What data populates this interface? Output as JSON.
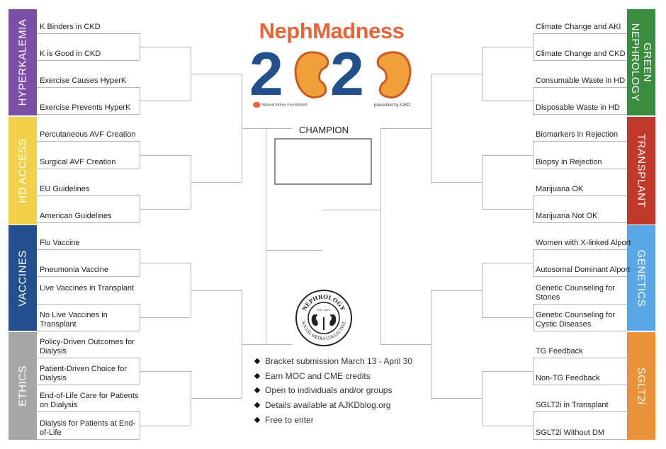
{
  "header": {
    "title": "NephMadness",
    "year": "2020",
    "sponsor_left": "National Kidney Foundation®",
    "sponsor_right": "presented by AJKD"
  },
  "champion": {
    "label": "CHAMPION"
  },
  "badge": {
    "top": "NEPHROLOGY",
    "bottom": "SOCIAL MEDIA COLLECTIVE",
    "est": "EST 2015"
  },
  "info": [
    "Bracket submission March 13 - April 30",
    "Earn MOC and CME credits",
    "Open to individuals and/or groups",
    "Details available at AJKDblog.org",
    "Free to enter"
  ],
  "left_regions": [
    {
      "name": "HYPERKALEMIA",
      "color": "#7b4fa6",
      "items": [
        "K Binders in CKD",
        "K is Good in CKD",
        "Exercise Causes HyperK",
        "Exercise Prevents HyperK"
      ]
    },
    {
      "name": "HD ACCESS",
      "color": "#f2d14a",
      "items": [
        "Percutaneous AVF Creation",
        "Surgical AVF Creation",
        "EU Guidelines",
        "American Guidelines"
      ]
    },
    {
      "name": "VACCINES",
      "color": "#22508c",
      "items": [
        "Flu Vaccine",
        "Pneumonia Vaccine",
        "Live Vaccines in Transplant",
        "No Live Vaccines in Transplant"
      ]
    },
    {
      "name": "ETHICS",
      "color": "#a6a6a6",
      "items": [
        "Policy-Driven Outcomes for Dialysis",
        "Patient-Driven Choice for Dialysis",
        "End-of-Life Care for Patients on Dialysis",
        "Dialysis for Patients at End-of-Life"
      ]
    }
  ],
  "right_regions": [
    {
      "name": "GREEN NEPHROLOGY",
      "color": "#3a8c3e",
      "items": [
        "Climate Change and AKI",
        "Climate Change and CKD",
        "Consumable Waste in HD",
        "Disposable Waste in HD"
      ]
    },
    {
      "name": "TRANSPLANT",
      "color": "#c0392b",
      "items": [
        "Biomarkers in Rejection",
        "Biopsy in Rejection",
        "Marijuana OK",
        "Marijuana Not OK"
      ]
    },
    {
      "name": "GENETICS",
      "color": "#5aa7e8",
      "items": [
        "Women with X-linked Alport",
        "Autosomal Dominant Alport",
        "Genetic Counseling for Stones",
        "Genetic Counseling for Cystic Diseases"
      ]
    },
    {
      "name": "SGLT2i",
      "color": "#e8923a",
      "items": [
        "TG Feedback",
        "Non-TG Feedback",
        "SGLT2i in Transplant",
        "SGLT2i Without DM"
      ]
    }
  ]
}
